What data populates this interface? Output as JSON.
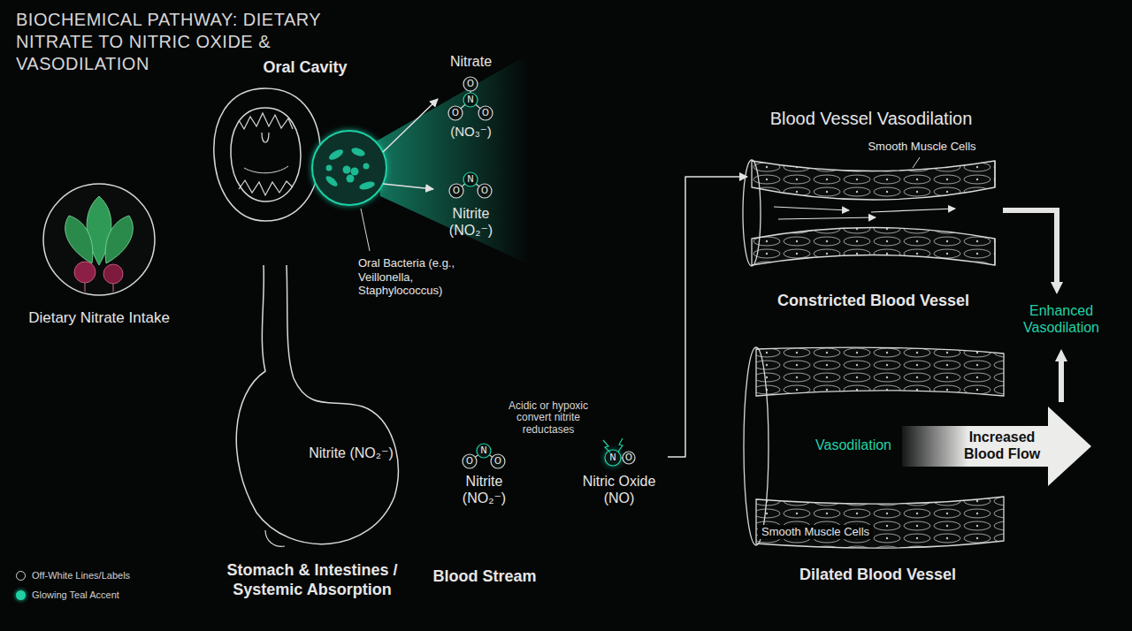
{
  "diagram": {
    "title": "BIOCHEMICAL PATHWAY: DIETARY NITRATE TO NITRIC OXIDE & VASODILATION",
    "nodes": [
      {
        "text": [
          "Dietary Nitrate Intake"
        ]
      },
      {
        "text": [
          "Oral Cavity"
        ]
      },
      {
        "text": [
          "Oral Bacteria (e.g., Veillonella, Staphylococcus)"
        ]
      },
      {
        "text": [
          "Nitrate",
          "(NO₃⁻)"
        ]
      },
      {
        "text": [
          "Nitrite (NO₂⁻)"
        ]
      },
      {
        "text": [
          "Nitrite (NO₂⁻)",
          "Stomach & Intestines / Systemic Absorption"
        ]
      },
      {
        "text": [
          "Nitrite (NO₂⁻)"
        ]
      },
      {
        "text": [
          "Nitric Oxide (NO)"
        ]
      },
      {
        "text": [
          "Smooth Muscle Cells",
          "Constricted Blood Vessel"
        ]
      },
      {
        "text": [
          "Smooth Muscle Cells",
          "Vasodilation",
          "Increased Blood Flow",
          "Dilated Blood Vessel"
        ]
      }
    ],
    "edges": [
      {
        "from": 0,
        "to": 1,
        "arrow": "to"
      },
      {
        "from": 1,
        "to": 5,
        "arrow": "to"
      },
      {
        "from": 2,
        "to": 3,
        "arrow": "to"
      },
      {
        "from": 2,
        "to": 4,
        "arrow": "to"
      },
      {
        "from": 5,
        "to": 6,
        "arrow": "to"
      },
      {
        "from": 6,
        "to": 7,
        "label": "Acidic or hypoxic convert nitrite reductases",
        "arrow": "to"
      },
      {
        "from": 7,
        "to": 8,
        "arrow": "to"
      },
      {
        "from": 7,
        "to": 9,
        "arrow": "to"
      }
    ],
    "labels": [
      "Blood Vessel Vasodilation",
      "Blood Stream",
      "Enhanced Vasodilation",
      "O",
      "N",
      "O",
      "O",
      "N",
      "O",
      "O",
      "N",
      "O",
      "O",
      "N",
      "O"
    ],
    "legend": [
      {
        "text": "Off-White Lines/Labels"
      },
      {
        "text": "Glowing Teal Accent",
        "color": "#1fd1a5"
      }
    ]
  }
}
